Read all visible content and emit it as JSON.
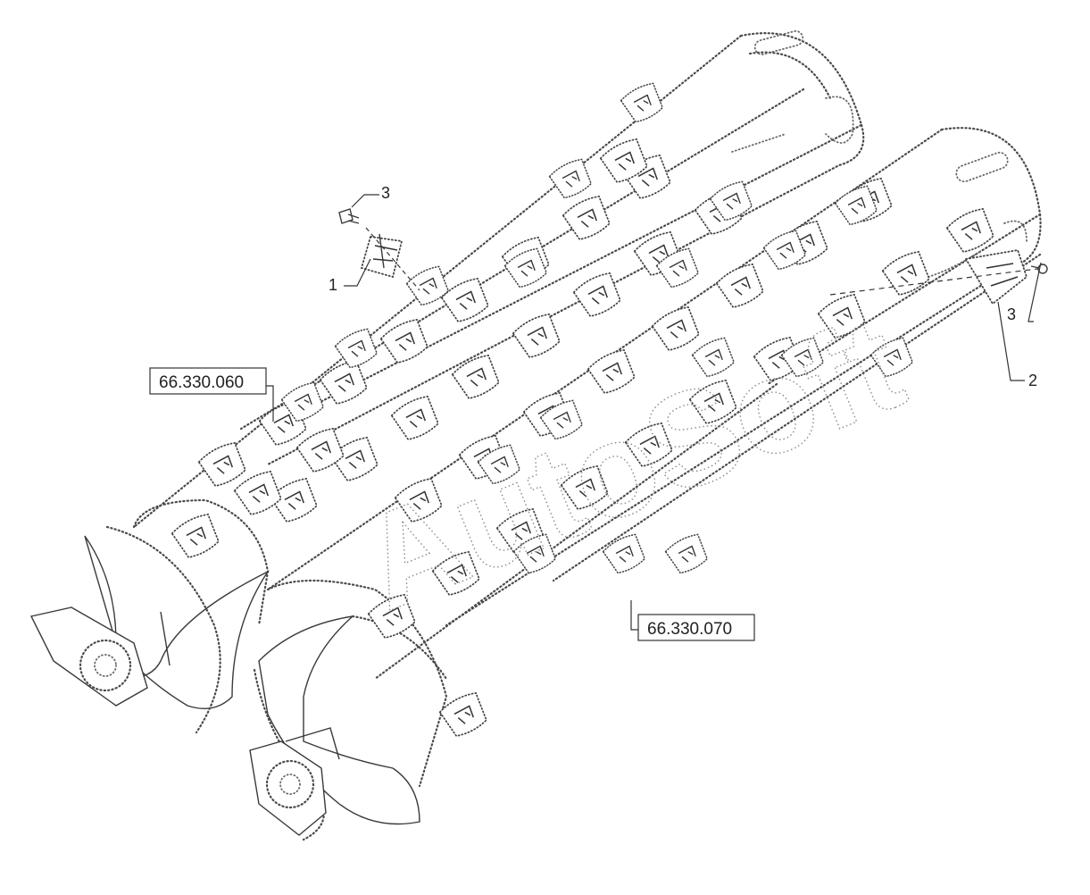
{
  "callouts": {
    "item1": "1",
    "item2": "2",
    "item3_top": "3",
    "item3_right": "3"
  },
  "references": {
    "upper": "66.330.060",
    "lower": "66.330.070"
  },
  "watermark": {
    "text": "AutoSoft"
  },
  "colors": {
    "line": "#4a4a4a",
    "background": "#ffffff"
  }
}
